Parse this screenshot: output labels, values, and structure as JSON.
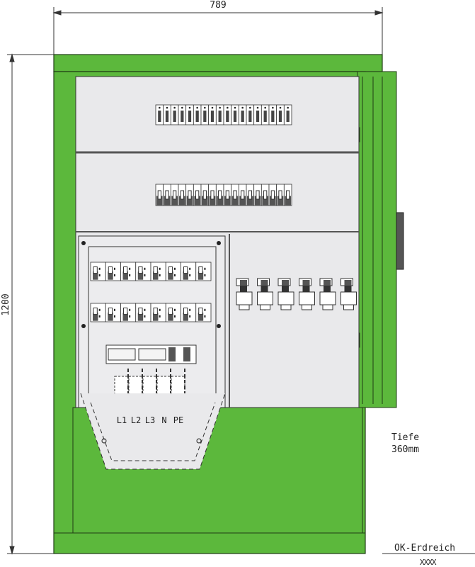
{
  "dimensions": {
    "width_label": "789",
    "height_label": "1200"
  },
  "depth": {
    "label": "Tiefe",
    "value": "360mm"
  },
  "ground": {
    "label": "OK-Erdreich",
    "symbol": "XXXX"
  },
  "terminals": [
    "L1",
    "L2",
    "L3",
    "N",
    "PE"
  ],
  "module_counts": {
    "top_row": 18,
    "second_row": 18,
    "left_panel_row1": 8,
    "left_panel_row2": 8,
    "right_group": 6
  },
  "colors": {
    "cabinet_green": "#5cb83c",
    "panel_grey": "#e9e9eb",
    "line": "#333333"
  }
}
